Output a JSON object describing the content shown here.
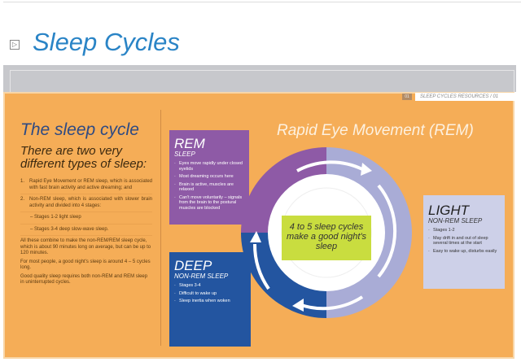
{
  "header": {
    "title": "Sleep Cycles",
    "icon": "play-icon"
  },
  "breadcrumb": {
    "page": "01",
    "label": "SLEEP CYCLES RESOURCES / 01"
  },
  "left": {
    "heading": "The sleep cycle",
    "subheading": "There are two very different types of sleep:",
    "items": [
      {
        "num": "1.",
        "text": "Rapid Eye Movement or REM sleep, which is associated with fast brain activity and active dreaming; and"
      },
      {
        "num": "2.",
        "text": "Non-REM sleep, which is associated with slower brain activity and divided into 4 stages:"
      }
    ],
    "subitems": [
      "– Stages 1-2 light sleep",
      "– Stages 3-4 deep slow-wave sleep."
    ],
    "paragraphs": [
      "All these combine to make the non-REM/REM sleep cycle, which is about 90 minutes long on average, but can be up to 120 minutes.",
      "For most people, a good night's sleep is around 4 – 5 cycles long.",
      "Good quality sleep requires both non-REM and REM sleep in uninterrupted cycles."
    ]
  },
  "diagram": {
    "title": "Rapid Eye Movement (REM)",
    "center": "4 to 5 sleep cycles make a good night's sleep",
    "rem": {
      "title": "REM",
      "subtitle": "SLEEP",
      "points": [
        "Eyes move rapidly under closed eyelids",
        "Most dreaming occurs here",
        "Brain is active, muscles are relaxed",
        "Can't move voluntarily – signals from the brain to the postural muscles are blocked"
      ]
    },
    "deep": {
      "title": "DEEP",
      "subtitle": "NON-REM SLEEP",
      "points": [
        "Stages 3-4",
        "Difficult to wake up",
        "Sleep inertia when woken"
      ]
    },
    "light": {
      "title": "LIGHT",
      "subtitle": "NON-REM SLEEP",
      "points": [
        "Stages 1-2",
        "May drift in and out of sleep several times at the start",
        "Easy to wake up, disturbs easily"
      ]
    },
    "colors": {
      "rem": "#8e5aa6",
      "deep": "#2355a0",
      "light": "#a9acd6",
      "center": "#c9dd3f",
      "panel": "#f5ad57"
    }
  }
}
